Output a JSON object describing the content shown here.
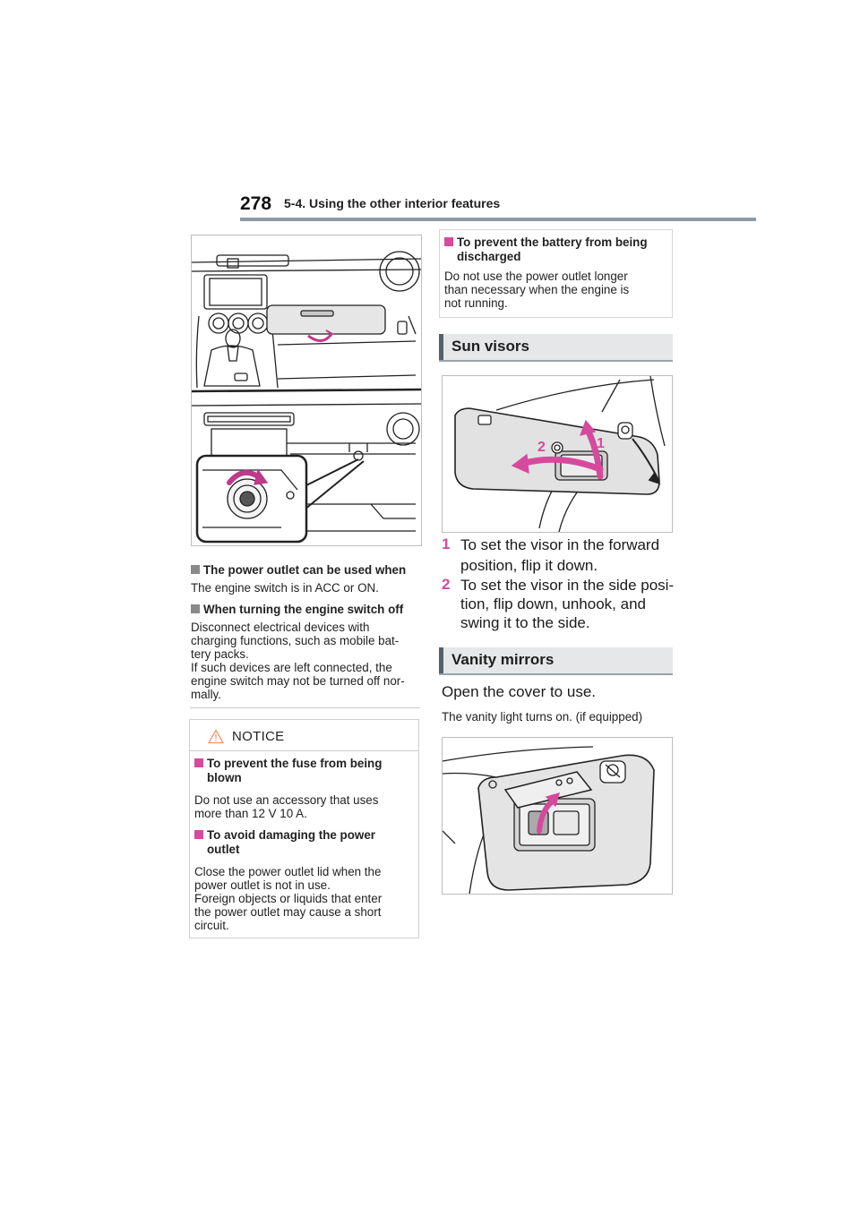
{
  "header": {
    "page_number": "278",
    "section": "5-4. Using the other interior features"
  },
  "left": {
    "usable": {
      "title": "The power outlet can be used when",
      "body": "The engine switch is in ACC or ON."
    },
    "turning_off": {
      "title": "When turning the engine switch off",
      "lines": [
        "Disconnect electrical devices with",
        "charging functions, such as mobile bat-",
        "tery packs.",
        "If such devices are left connected, the",
        "engine switch may not be turned off nor-",
        "mally."
      ]
    },
    "notice": {
      "label": "NOTICE",
      "fuse": {
        "title_lines": [
          "To prevent the fuse from being",
          "blown"
        ],
        "lines": [
          "Do not use an accessory that uses",
          "more than 12 V 10 A."
        ]
      },
      "damage": {
        "title_lines": [
          "To avoid damaging the power",
          "outlet"
        ],
        "lines": [
          "Close the power outlet lid when the",
          "power outlet is not in use.",
          "Foreign objects or liquids that enter",
          "the power outlet may cause a short",
          "circuit."
        ]
      }
    }
  },
  "right": {
    "battery": {
      "title_lines": [
        "To prevent the battery from being",
        "discharged"
      ],
      "lines": [
        "Do not use the power outlet longer",
        "than necessary when the engine is",
        "not running."
      ]
    },
    "sun_visors": {
      "heading": "Sun visors",
      "callouts": [
        "2",
        "1"
      ],
      "steps": [
        {
          "num": "1",
          "lines": [
            "To set the visor in the forward",
            "position, flip it down."
          ]
        },
        {
          "num": "2",
          "lines": [
            "To set the visor in the side posi-",
            "tion, flip down, unhook, and",
            "swing it to the side."
          ]
        }
      ]
    },
    "vanity": {
      "heading": "Vanity mirrors",
      "body": "Open the cover to use.",
      "note": "The vanity light turns on. (if equipped)"
    }
  },
  "colors": {
    "accent_pink": "#d64a9e",
    "header_rule": "#8f9aa2",
    "section_bar": "#e6e7e8"
  }
}
